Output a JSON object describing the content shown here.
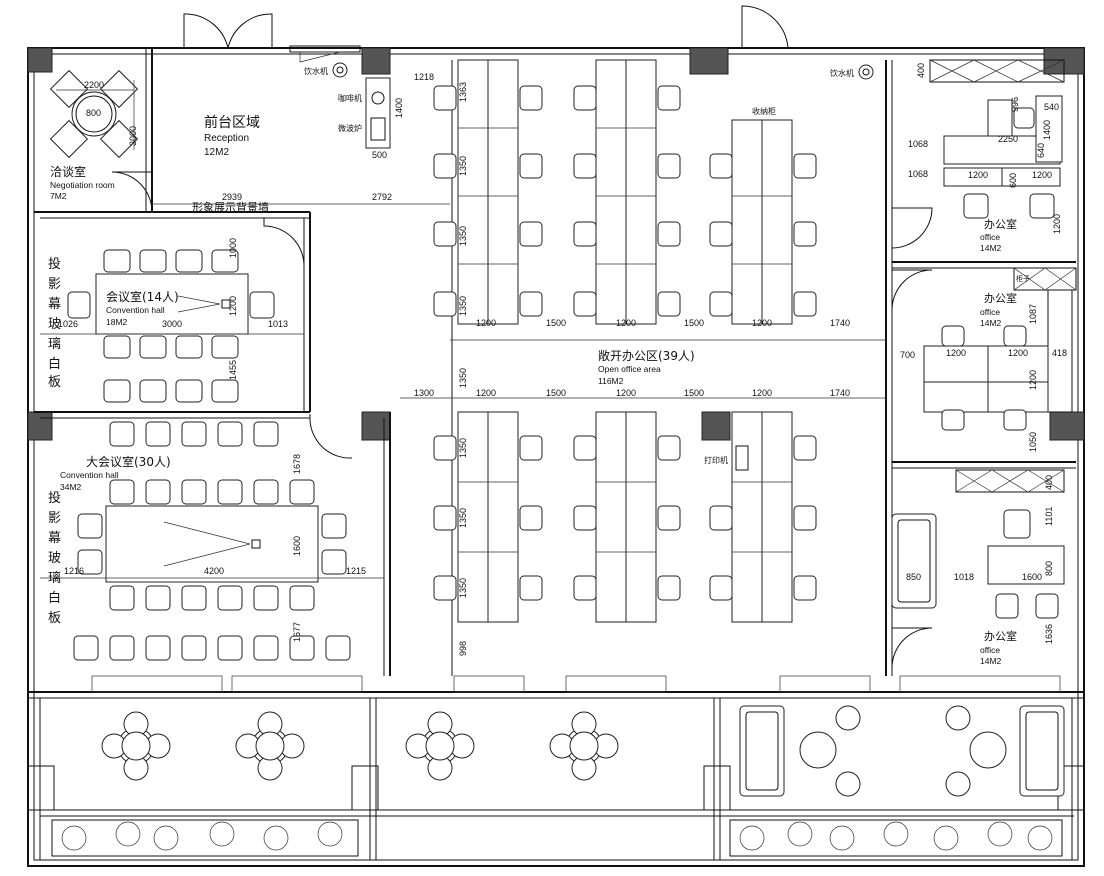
{
  "rooms": {
    "negotiation": {
      "cn": "洽谈室",
      "en": "Negotiation room",
      "area": "7M2"
    },
    "reception": {
      "cn": "前台区域",
      "en": "Reception",
      "area": "12M2"
    },
    "meeting_small": {
      "cn": "会议室(14人)",
      "en": "Convention hall",
      "area": "18M2"
    },
    "meeting_large": {
      "cn": "大会议室(30人)",
      "en": "Convention hall",
      "area": "34M2"
    },
    "open_office": {
      "cn": "敞开办公区(39人)",
      "en": "Open office area",
      "area": "116M2"
    },
    "office1": {
      "cn": "办公室",
      "en": "office",
      "area": "14M2"
    },
    "office2": {
      "cn": "办公室",
      "en": "office",
      "area": "14M2"
    },
    "office3": {
      "cn": "办公室",
      "en": "office",
      "area": "14M2"
    }
  },
  "labels": {
    "water1": "饮水机",
    "water2": "饮水机",
    "coffee": "咖啡机",
    "microwave": "微波炉",
    "storage": "收纳柜",
    "printer": "打印机",
    "image_wall": "形象展示背景墙",
    "cabinet": "柜子",
    "vertical_board": [
      "投",
      "影",
      "幕",
      "玻",
      "璃",
      "白",
      "板"
    ]
  },
  "dims": {
    "d2200": "2200",
    "d800": "800",
    "d3000a": "3000",
    "d2939": "2939",
    "d2792": "2792",
    "d1218": "1218",
    "d1400a": "1400",
    "d500": "500",
    "d1363": "1363",
    "d1350a": "1350",
    "d1350b": "1350",
    "d1350c": "1350",
    "d1000": "1000",
    "d1200a": "1200",
    "d1026": "1026",
    "d3000b": "3000",
    "d1013": "1013",
    "d1455": "1455",
    "d1200b": "1200",
    "d1500a": "1500",
    "d1200c": "1200",
    "d1500b": "1500",
    "d1200d": "1200",
    "d1740a": "1740",
    "d1350d": "1350",
    "d1300": "1300",
    "d1200e": "1200",
    "d1500c": "1500",
    "d1200f": "1200",
    "d1500d": "1500",
    "d1200g": "1200",
    "d1740b": "1740",
    "d1350e": "1350",
    "d1350f": "1350",
    "d1350g": "1350",
    "d998": "998",
    "d1678": "1678",
    "d1600a": "1600",
    "d1216": "1216",
    "d4200": "4200",
    "d1215": "1215",
    "d1677": "1677",
    "d400a": "400",
    "d996": "996",
    "d540": "540",
    "d1400b": "1400",
    "d2250": "2250",
    "d640": "640",
    "d1068a": "1068",
    "d1068b": "1068",
    "d1200h": "1200",
    "d600": "600",
    "d1200i": "1200",
    "d1200j": "1200",
    "d1087": "1087",
    "d700": "700",
    "d1200k": "1200",
    "d1200l": "1200",
    "d418": "418",
    "d1200m": "1200",
    "d1050": "1050",
    "d400b": "400",
    "d1101": "1101",
    "d850": "850",
    "d1018": "1018",
    "d1600b": "1600",
    "d800b": "800",
    "d1636": "1636"
  }
}
